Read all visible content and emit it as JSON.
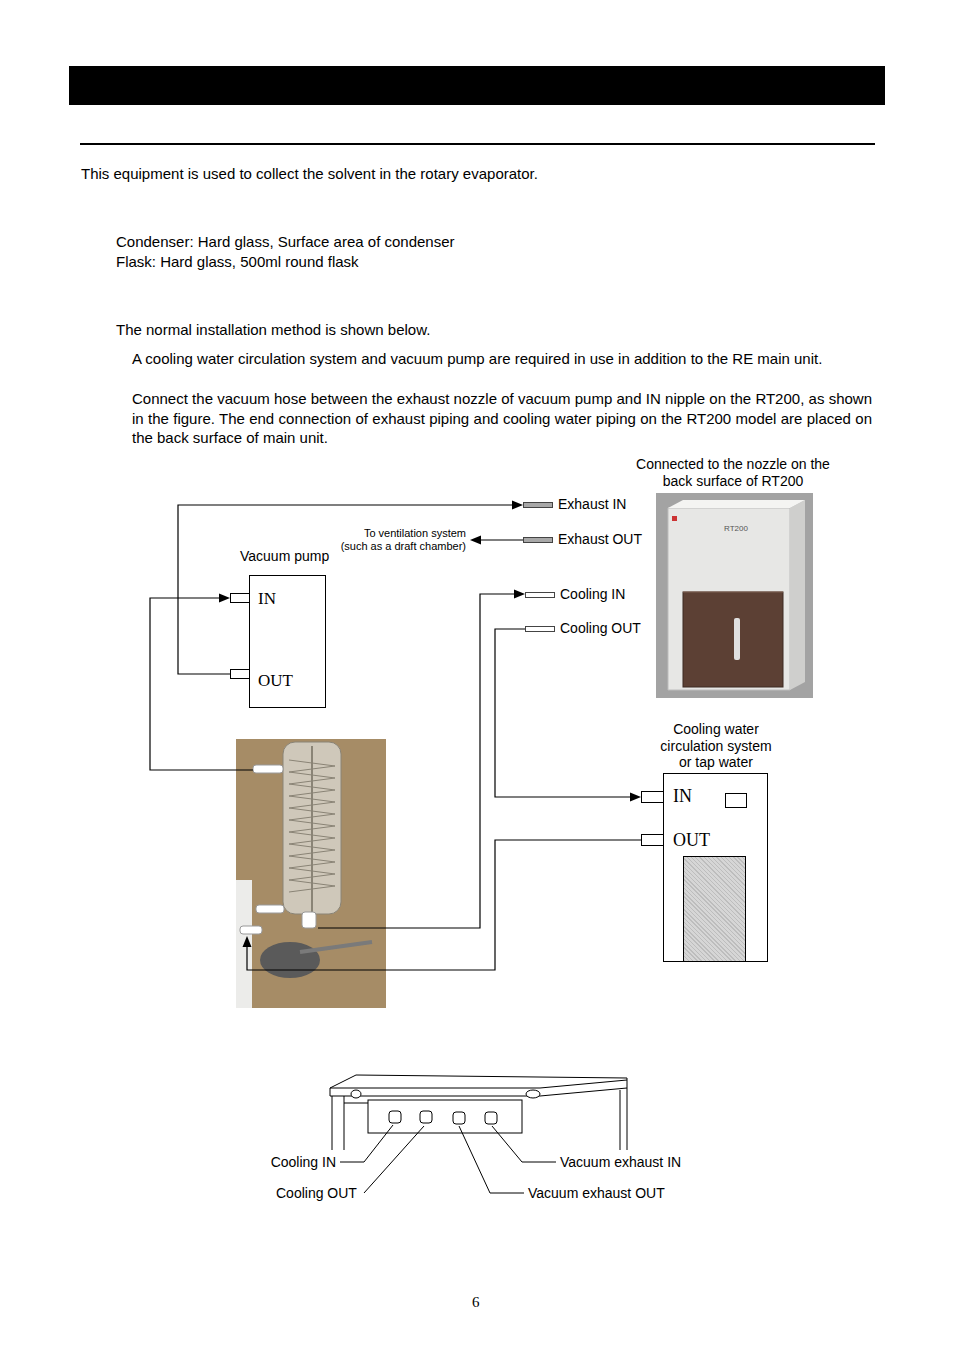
{
  "diagram": {
    "nodes": [
      {
        "text": [
          "Exhaust IN"
        ]
      },
      {
        "text": [
          "Exhaust OUT"
        ]
      },
      {
        "text": [
          "Vacuum pump",
          "IN",
          "OUT"
        ]
      },
      {
        "text": [
          "Cooling IN"
        ]
      },
      {
        "text": [
          "Cooling OUT"
        ]
      },
      {
        "text": [
          "Cooling water circulation system or tap water",
          "IN",
          "OUT"
        ]
      }
    ],
    "edges": [
      {
        "from": 2,
        "to": 0,
        "arrow": "to"
      },
      {
        "from": 4,
        "to": 5,
        "arrow": "to"
      }
    ],
    "labels": [
      "This equipment is used to collect the solvent in the rotary evaporator.",
      "Condenser: Hard glass, Surface area of condenser",
      "Flask: Hard glass, 500ml round flask",
      "The normal installation method is shown below.",
      "A cooling water circulation system and vacuum pump are required in use in addition to the RE main unit.",
      "Connect the vacuum hose between the exhaust nozzle of vacuum pump and IN nipple on the RT200, as shown in the figure. The end connection of exhaust piping and cooling water piping on the RT200 model are placed on the back surface of main unit.",
      "Connected to the nozzle on the back surface of RT200",
      "RT200",
      "To ventilation system (such as a draft chamber)",
      "Cooling IN",
      "Cooling OUT",
      "Vacuum exhaust IN",
      "Vacuum exhaust OUT",
      "6"
    ]
  }
}
